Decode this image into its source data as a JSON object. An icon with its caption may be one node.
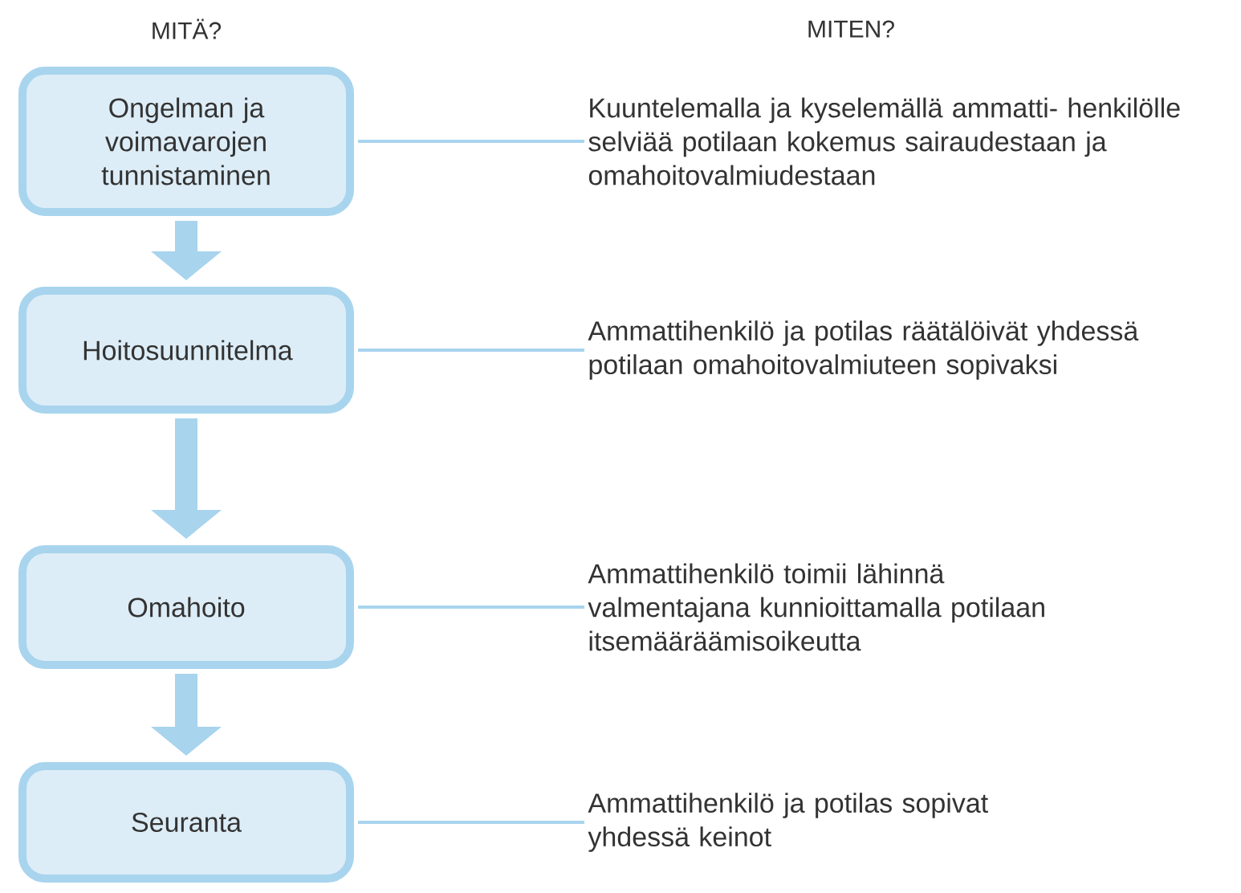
{
  "diagram": {
    "nodes": [
      {
        "text": [
          "Ongelman ja voimavarojen tunnistaminen"
        ]
      },
      {
        "text": [
          "Hoitosuunnitelma"
        ]
      },
      {
        "text": [
          "Omahoito"
        ]
      },
      {
        "text": [
          "Seuranta"
        ]
      },
      {
        "text": [
          "Kuuntelemalla ja kyselemällä ammatti- henkilölle selviää potilaan kokemus sairaudestaan ja omahoitovalmiudestaan"
        ]
      },
      {
        "text": [
          "Ammattihenkilö ja potilas räätälöivät yhdessä potilaan omahoitovalmiuteen sopivaksi"
        ]
      },
      {
        "text": [
          "Ammattihenkilö toimii lähinnä valmentajana kunnioittamalla potilaan itsemääräämisoikeutta"
        ]
      },
      {
        "text": [
          "Ammattihenkilö ja potilas sopivat yhdessä keinot"
        ]
      }
    ],
    "edges": [
      {
        "from": 0,
        "to": 1,
        "arrow": "to",
        "style": "thick"
      },
      {
        "from": 1,
        "to": 2,
        "arrow": "to",
        "style": "thick"
      },
      {
        "from": 2,
        "to": 3,
        "arrow": "to",
        "style": "thick"
      },
      {
        "from": 0,
        "to": 4,
        "arrow": "none"
      },
      {
        "from": 1,
        "to": 5,
        "arrow": "none"
      },
      {
        "from": 2,
        "to": 6,
        "arrow": "none"
      },
      {
        "from": 3,
        "to": 7,
        "arrow": "none"
      }
    ],
    "labels": [
      "MITÄ?",
      "MITEN?"
    ]
  }
}
